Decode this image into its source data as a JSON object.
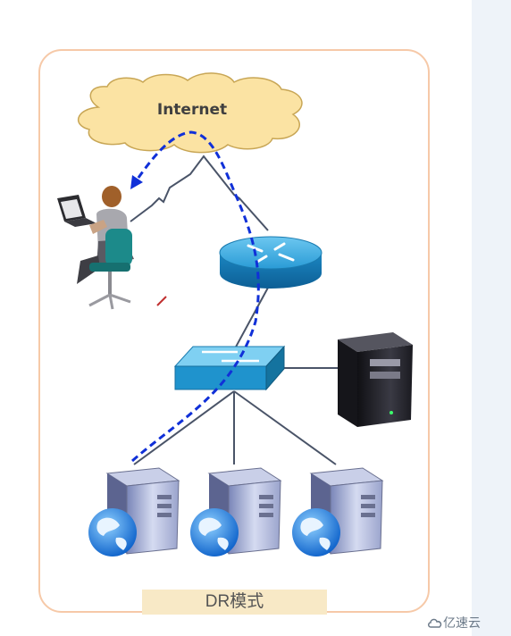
{
  "diagram": {
    "cloud_label": "Internet",
    "caption": "DR模式"
  },
  "watermark": {
    "text": "亿速云"
  },
  "colors": {
    "frame_border": "#f6c9a8",
    "cloud_fill": "#fbe3a3",
    "flow_arrow": "#1030d8",
    "router": "#1c8ec8",
    "switch": "#2aa3d8",
    "caption_bg": "#f8e9c6"
  },
  "icons": [
    "cloud-icon",
    "user-laptop-icon",
    "router-icon",
    "switch-icon",
    "server-tower-icon",
    "web-server-icon"
  ]
}
